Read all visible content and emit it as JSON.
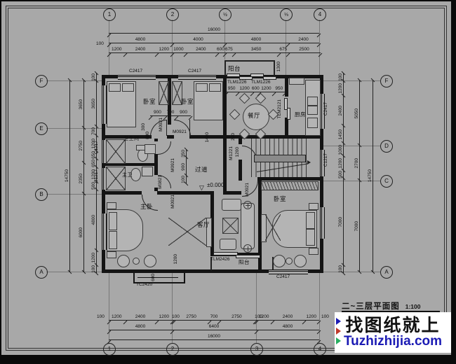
{
  "title": {
    "text": "二~三层平面图",
    "scale": "1:100"
  },
  "watermark": {
    "line1": "找图纸就上",
    "line2": "Tuzhizhijia.com",
    "accent_blue": "#1b1bb4",
    "box_bg": "#ffffff"
  },
  "axes": {
    "top": [
      "1",
      "2",
      "½",
      "⅓",
      "4"
    ],
    "bottom": [
      "1",
      "2",
      "3",
      "4"
    ],
    "left": [
      "F",
      "E",
      "B",
      "A"
    ],
    "right": [
      "F",
      "D",
      "C",
      "A"
    ]
  },
  "dims": {
    "edge": "100",
    "top_total": [
      16000
    ],
    "top_major": [
      4800,
      4000,
      4800,
      2400
    ],
    "top_detail": [
      1200,
      2400,
      1200,
      1000,
      2400,
      600,
      675,
      3450,
      675,
      2500
    ],
    "bottom_detail": [
      1200,
      2400,
      1200,
      100,
      2750,
      700,
      2750,
      100,
      1200,
      2400,
      1200
    ],
    "bottom_major": [
      4800,
      6400,
      4800
    ],
    "bottom_total": [
      16000
    ],
    "left_detail": [
      100,
      3650,
      700,
      1200,
      650,
      650,
      1200,
      500,
      4800,
      1200,
      100
    ],
    "left_major": [
      3650,
      2750,
      2350,
      6000
    ],
    "left_total": [
      14750
    ],
    "right_detail": [
      100,
      1200,
      2400,
      1450,
      1000,
      1200,
      500,
      7000,
      100
    ],
    "right_major": [
      5050,
      2700,
      7000
    ],
    "right_total": [
      14750
    ],
    "dining_doors": [
      950,
      1200,
      600,
      1200,
      950
    ],
    "bedroom_doors": [
      900,
      700,
      900
    ],
    "corridor_col": [
      350,
      900,
      100
    ]
  },
  "rooms": {
    "bedroom_tl": "卧室",
    "bedroom_tm": "卧室",
    "dining": "餐厅",
    "kitchen": "厨房",
    "balcony_top": "阳台",
    "bath": "卫生间",
    "master_bath": "主卫",
    "hallway": "过道",
    "master_bedroom": "主卧",
    "living": "客厅",
    "balcony_bottom": "阳台",
    "bedroom_br": "卧室"
  },
  "openings": {
    "win_c2417_tl": "C2417",
    "win_c2417_tm": "C2417",
    "win_c2417_br": "C2417",
    "win_c2417_kitchen": "C2417",
    "win_c1217_stair": "C1217",
    "win_c1217_bath1": "C1217",
    "win_c1217_bath2": "C1217",
    "door_tlm1226_l": "TLM1226",
    "door_tlm1226_r": "TLM1226",
    "door_tlm2121": "TLM2121",
    "door_tlm2426": "TLM2426",
    "bay_tc2420": "TC2420",
    "door_m0921_a": "M0921",
    "door_m0921_b": "M0921",
    "door_m0921_bath": "M0921",
    "door_m0821": "M0821",
    "door_m0921_master": "M0921",
    "door_m0921_living": "M0921",
    "door_m1221": "M1221"
  },
  "inline_dims": {
    "d1400": "1400",
    "d1300": "1300",
    "d200": "200",
    "d1200_stair": "1200",
    "d800": "800",
    "d300": "300",
    "d600_bay": "600",
    "d1200_bay": "1200",
    "elevation": "±0.000"
  }
}
